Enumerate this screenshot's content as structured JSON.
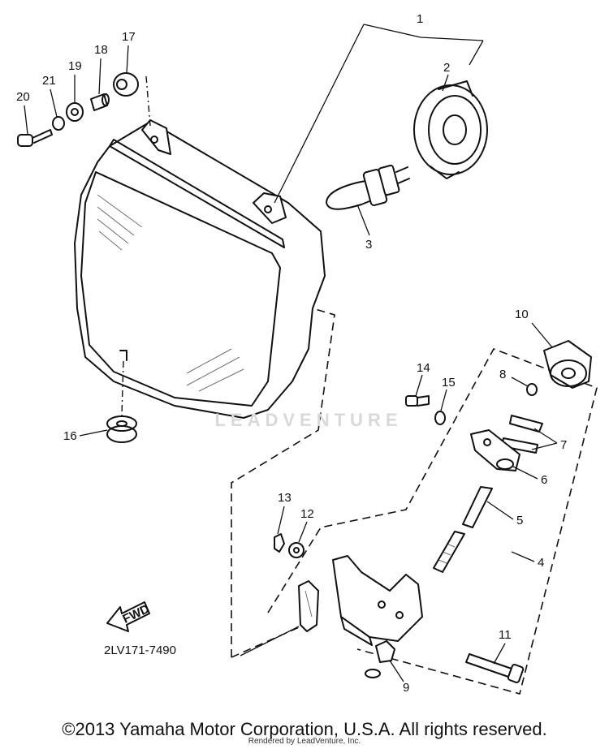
{
  "diagram": {
    "drawing_code": "2LV171-7490",
    "fwd_label": "FWD",
    "callouts": [
      "1",
      "2",
      "3",
      "4",
      "5",
      "6",
      "7",
      "8",
      "9",
      "10",
      "11",
      "12",
      "13",
      "14",
      "15",
      "16",
      "17",
      "18",
      "19",
      "20",
      "21"
    ]
  },
  "watermark": "LEADVENTURE",
  "footer": {
    "copyright": "©2013 Yamaha Motor Corporation, U.S.A. All rights reserved.",
    "rendered_by": "Rendered by LeadVenture, Inc."
  }
}
